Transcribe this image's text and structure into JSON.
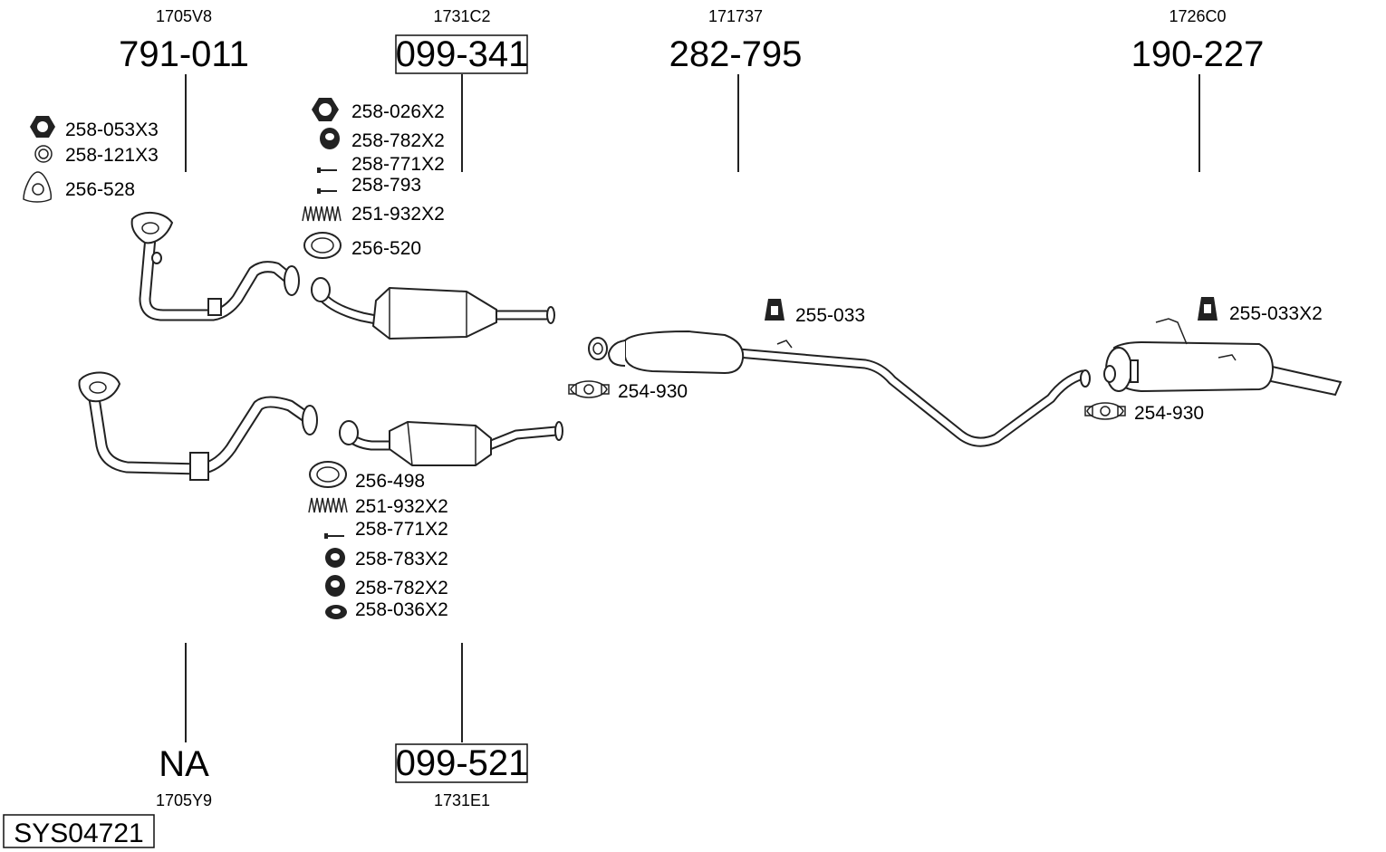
{
  "system_id": "SYS04721",
  "top_parts": [
    {
      "ref": "1705V8",
      "part": "791-011",
      "boxed": false
    },
    {
      "ref": "1731C2",
      "part": "099-341",
      "boxed": true
    },
    {
      "ref": "171737",
      "part": "282-795",
      "boxed": false
    },
    {
      "ref": "1726C0",
      "part": "190-227",
      "boxed": false
    }
  ],
  "bottom_parts": [
    {
      "ref": "1705Y9",
      "part": "NA",
      "boxed": false
    },
    {
      "ref": "1731E1",
      "part": "099-521",
      "boxed": true
    }
  ],
  "fittings": {
    "group1": [
      "258-053X3",
      "258-121X3",
      "256-528"
    ],
    "group2": [
      "258-026X2",
      "258-782X2",
      "258-771X2",
      "258-793",
      "251-932X2",
      "256-520"
    ],
    "group3": [
      "256-498",
      "251-932X2",
      "258-771X2",
      "258-783X2",
      "258-782X2",
      "258-036X2"
    ],
    "mid": [
      "255-033",
      "254-930"
    ],
    "right": [
      "255-033X2",
      "254-930"
    ]
  }
}
